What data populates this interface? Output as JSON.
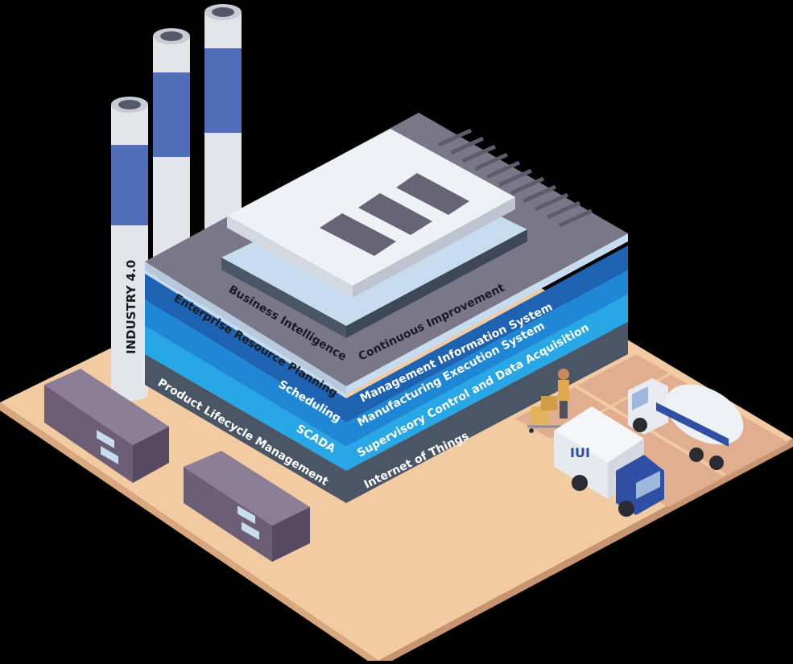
{
  "chimney_label": "INDUSTRY 4.0",
  "layers": [
    {
      "left": "Business Intelligence",
      "right": "Continuous Improvement"
    },
    {
      "left": "Enterprise Resource Planning",
      "right": "Management Information System"
    },
    {
      "left": "Scheduling",
      "right": "Manufacturing Execution System"
    },
    {
      "left": "SCADA",
      "right": "Supervisory Control and Data Acquisition"
    },
    {
      "left": "Product Lifecycle Management",
      "right": "Internet of Things"
    }
  ],
  "colors": {
    "ground": "#F2CBA3",
    "ground_edge": "#D9A87E",
    "roof_gray": "#7A7888",
    "roof_light": "#EEF1F6",
    "layer_light": "#C7DCEF",
    "layer_blue": "#1D63B1",
    "layer_mid": "#1E88D6",
    "layer_cyan": "#27A7E5",
    "layer_slate": "#4A5565",
    "chimney_white": "#E3E5EA",
    "chimney_blue": "#4F6DB8",
    "container": "#6C5E75",
    "truck_blue": "#2E4FA3"
  }
}
